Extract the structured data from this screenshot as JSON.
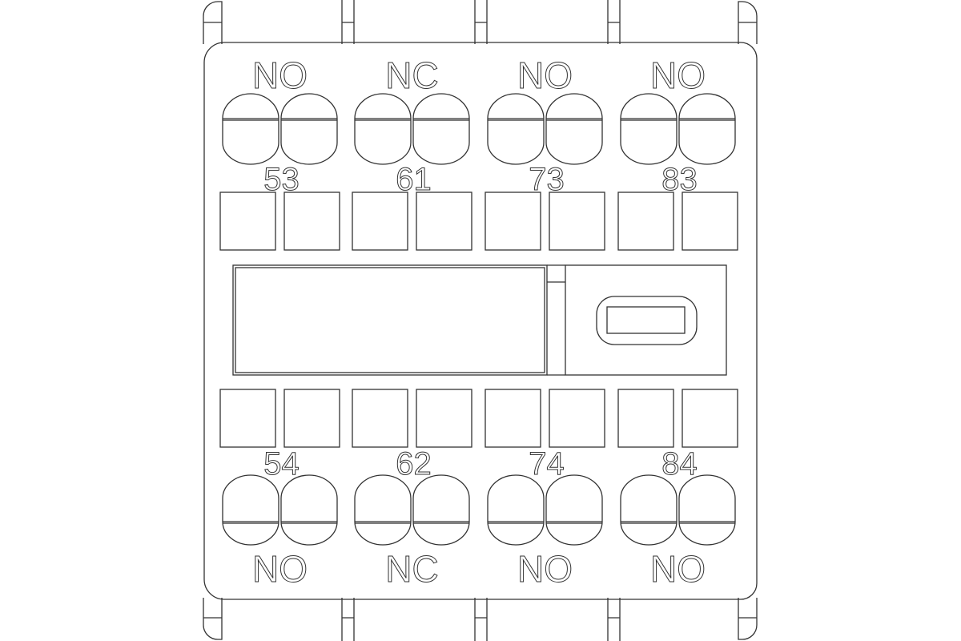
{
  "diagram": {
    "top_labels": [
      "NO",
      "NC",
      "NO",
      "NO"
    ],
    "top_terminals": [
      "53",
      "61",
      "73",
      "83"
    ],
    "bottom_terminals": [
      "54",
      "62",
      "74",
      "84"
    ],
    "bottom_labels": [
      "NO",
      "NC",
      "NO",
      "NO"
    ],
    "line_color": "#333333"
  }
}
